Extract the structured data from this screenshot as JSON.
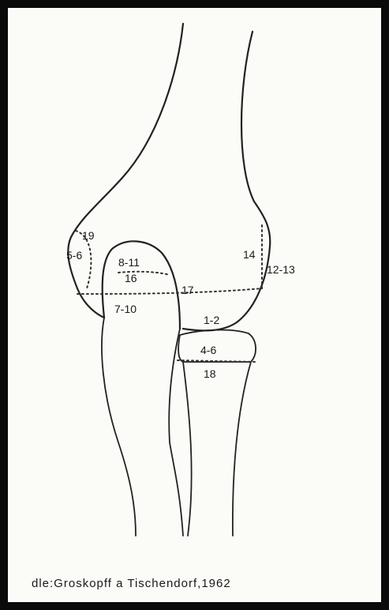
{
  "labels": {
    "l19": "19",
    "l5_6": "5-6",
    "l8_11": "8-11",
    "l16": "16",
    "l14": "14",
    "l12_13": "12-13",
    "l17": "17",
    "l7_10": "7-10",
    "l1_2": "1-2",
    "l4_6": "4-6",
    "l18": "18"
  },
  "caption": "dle:Groskopff a Tischendorf,1962"
}
